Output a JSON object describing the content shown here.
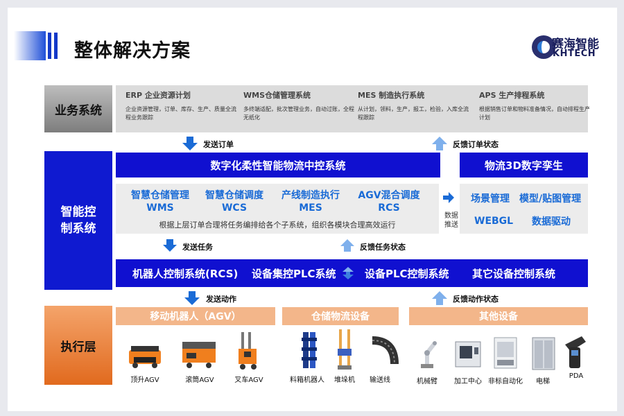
{
  "title": "整体解决方案",
  "logo": {
    "cn": "赛海智能",
    "en": "KHTECH"
  },
  "colors": {
    "primary_blue": "#1010d0",
    "accent_blue": "#1a6bd6",
    "orange": "#e16a1e",
    "light_orange": "#f3b68a",
    "gray": "#dcdcdc"
  },
  "sections": {
    "business": "业务系统",
    "control": "智能控制系统",
    "execution": "执行层"
  },
  "business_systems": [
    {
      "title": "ERP 企业资源计划",
      "desc": "企业资源管理，订单、库存、生产、质量全流程业务跟踪"
    },
    {
      "title": "WMS仓储管理系统",
      "desc": "多终端适配，批次管理业务，自动过账，全程无纸化"
    },
    {
      "title": "MES 制造执行系统",
      "desc": "从计划，领料，生产，报工，检验，入库全流程跟踪"
    },
    {
      "title": "APS 生产排程系统",
      "desc": "根据销售订单和物料准备情况，自动排程生产计划"
    }
  ],
  "flow": {
    "send_order": "发送订单",
    "feedback_order": "反馈订单状态",
    "send_task": "发送任务",
    "feedback_task": "反馈任务状态",
    "send_action": "发送动作",
    "feedback_action": "反馈动作状态",
    "data_push": "数据推送"
  },
  "central_system": "数字化柔性智能物流中控系统",
  "digital_twin": "物流3D数字孪生",
  "modules": [
    {
      "line1": "智慧仓储管理",
      "line2": "WMS"
    },
    {
      "line1": "智慧仓储调度",
      "line2": "WCS"
    },
    {
      "line1": "产线制造执行",
      "line2": "MES"
    },
    {
      "line1": "AGV混合调度",
      "line2": "RCS"
    }
  ],
  "modules_note": "根据上层订单合理将任务编排给各个子系统，组织各模块合理高效运行",
  "twin_items": [
    "场景管理",
    "模型/贴图管理",
    "WEBGL",
    "数据驱动"
  ],
  "control_systems": [
    "机器人控制系统(RCS)",
    "设备集控PLC系统",
    "设备PLC控制系统",
    "其它设备控制系统"
  ],
  "categories": [
    "移动机器人（AGV）",
    "仓储物流设备",
    "其他设备"
  ],
  "devices": [
    "顶升AGV",
    "滚筒AGV",
    "叉车AGV",
    "料箱机器人",
    "堆垛机",
    "输送线",
    "机械臂",
    "加工中心",
    "非标自动化",
    "电梯",
    "PDA"
  ]
}
